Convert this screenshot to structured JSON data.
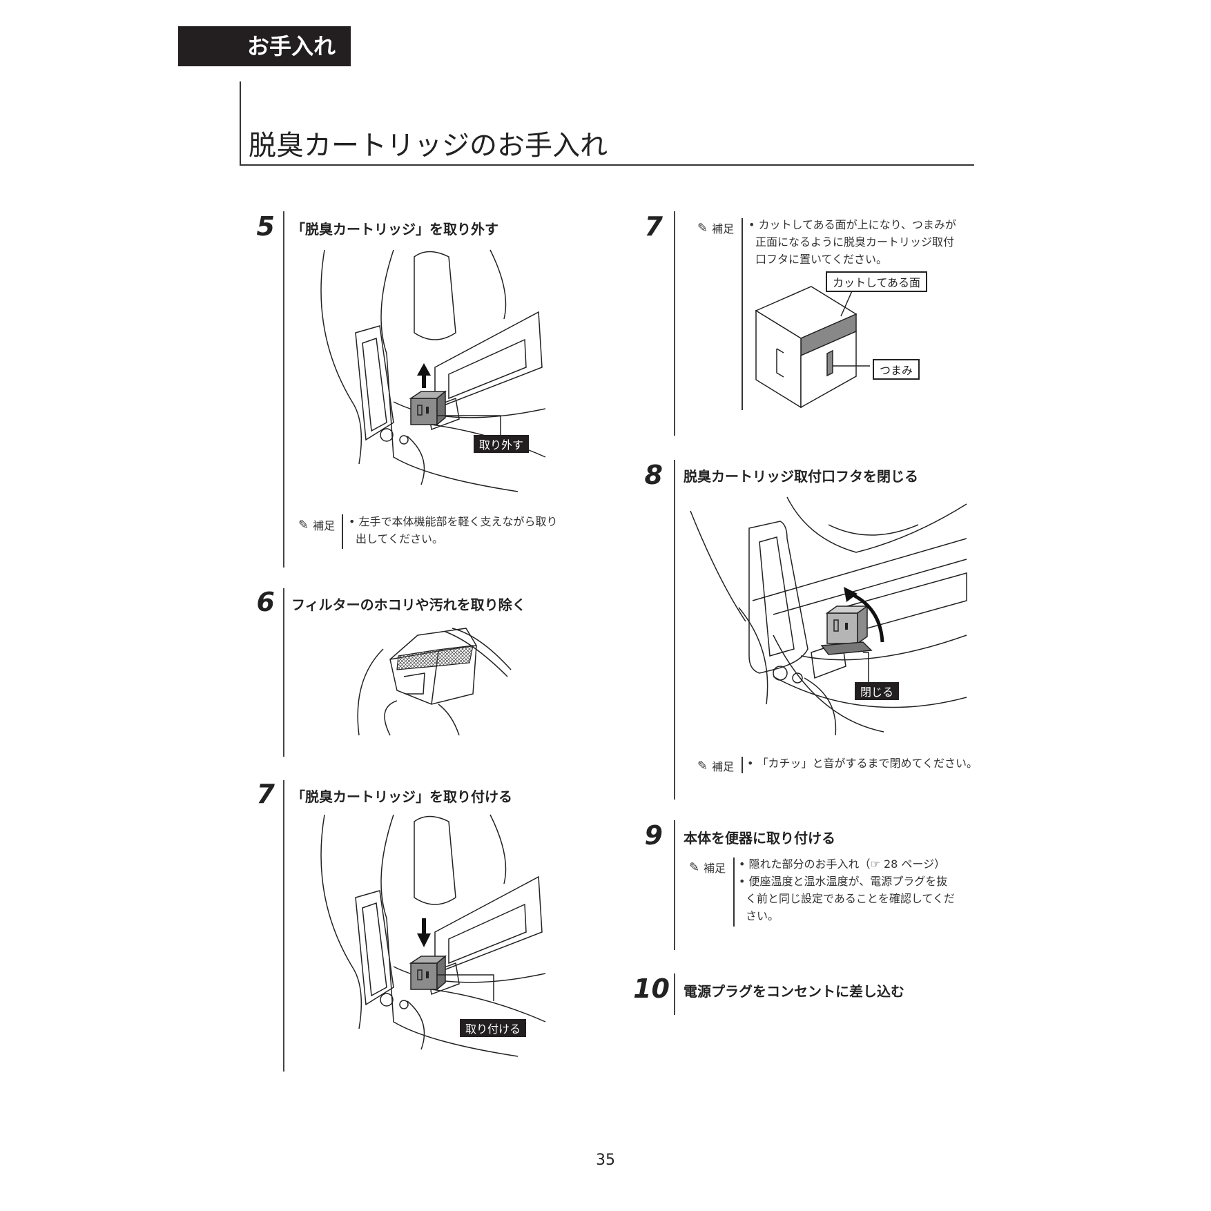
{
  "header": {
    "section_tab": "お手入れ"
  },
  "page_title": "脱臭カートリッジのお手入れ",
  "steps": [
    {
      "number": "5",
      "heading": "「脱臭カートリッジ」を取り外す",
      "callout": "取り外す",
      "note_label": "補足",
      "note_lines": [
        "• 左手で本体機能部を軽く支えながら取り",
        "出してください。"
      ]
    },
    {
      "number": "6",
      "heading": "フィルターのホコリや汚れを取り除く"
    },
    {
      "number": "7",
      "heading": "「脱臭カートリッジ」を取り付ける",
      "callout": "取り付ける"
    },
    {
      "number": "7",
      "note_label": "補足",
      "note_lines": [
        "• カットしてある面が上になり、つまみが",
        "正面になるように脱臭カートリッジ取付",
        "口フタに置いてください。"
      ],
      "callout_top": "カットしてある面",
      "callout_side": "つまみ"
    },
    {
      "number": "8",
      "heading": "脱臭カートリッジ取付口フタを閉じる",
      "callout": "閉じる",
      "note_label": "補足",
      "note_lines": [
        "• 「カチッ」と音がするまで閉めてください。"
      ]
    },
    {
      "number": "9",
      "heading": "本体を便器に取り付ける",
      "note_label": "補足",
      "note_lines": [
        "• 隠れた部分のお手入れ（☞ 28 ページ）",
        "• 便座温度と温水温度が、電源プラグを抜",
        "く前と同じ設定であることを確認してくだ",
        "さい。"
      ]
    },
    {
      "number": "10",
      "heading": "電源プラグをコンセントに差し込む"
    }
  ],
  "icons": {
    "note": "pencil-icon",
    "arrow": "arrow-icon"
  },
  "colors": {
    "tab_bg": "#231f20",
    "cartridge": "#8c8c8c",
    "line": "#222222"
  },
  "page_number": "35"
}
